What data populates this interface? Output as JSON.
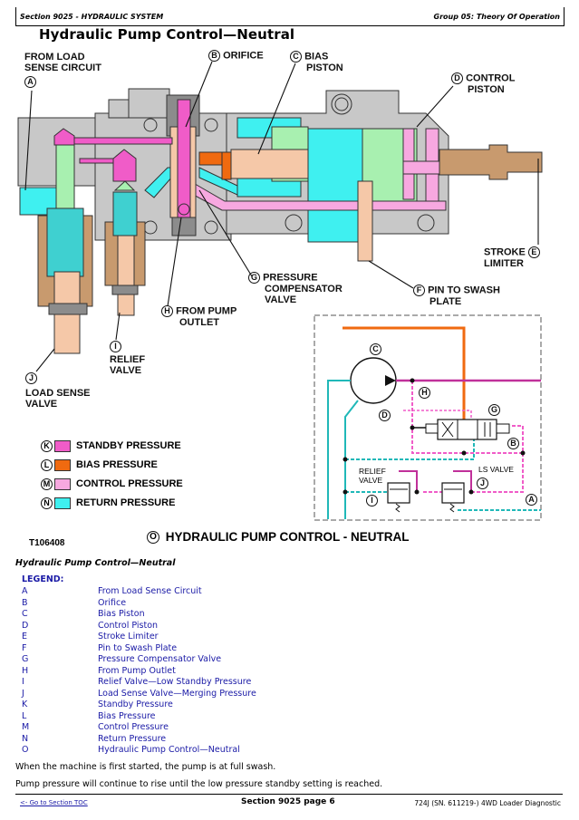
{
  "header": {
    "section": "Section 9025 - HYDRAULIC SYSTEM",
    "group": "Group 05: Theory Of Operation"
  },
  "figure": {
    "title": "Hydraulic Pump Control—Neutral",
    "callouts": {
      "A": {
        "letter": "A",
        "line1": "FROM LOAD",
        "line2": "SENSE CIRCUIT"
      },
      "B": {
        "letter": "B",
        "line1": "ORIFICE"
      },
      "C": {
        "letter": "C",
        "line1": "BIAS",
        "line2": "PISTON"
      },
      "D": {
        "letter": "D",
        "line1": "CONTROL",
        "line2": "PISTON"
      },
      "E": {
        "letter": "E",
        "line1": "STROKE",
        "line2": "LIMITER"
      },
      "F": {
        "letter": "F",
        "line1": "PIN TO SWASH",
        "line2": "PLATE"
      },
      "G": {
        "letter": "G",
        "line1": "PRESSURE",
        "line2": "COMPENSATOR",
        "line3": "VALVE"
      },
      "H": {
        "letter": "H",
        "line1": "FROM PUMP",
        "line2": "OUTLET"
      },
      "I": {
        "letter": "I",
        "line1": "RELIEF",
        "line2": "VALVE"
      },
      "J": {
        "letter": "J",
        "line1": "LOAD SENSE",
        "line2": "VALVE"
      }
    },
    "color_key": [
      {
        "letter": "K",
        "label": "STANDBY PRESSURE",
        "color": "#f05cc8"
      },
      {
        "letter": "L",
        "label": "BIAS PRESSURE",
        "color": "#f06a10"
      },
      {
        "letter": "M",
        "label": "CONTROL PRESSURE",
        "color": "#f7a8e0"
      },
      {
        "letter": "N",
        "label": "RETURN PRESSURE",
        "color": "#3ff0f0"
      }
    ],
    "schematic": {
      "relief_label_1": "RELIEF",
      "relief_label_2": "VALVE",
      "ls_label": "LS VALVE",
      "letters": {
        "C": "C",
        "D": "D",
        "H": "H",
        "G": "G",
        "B": "B",
        "I": "I",
        "J": "J",
        "A": "A"
      }
    },
    "figure_number": "T106408",
    "caption_letter": "O",
    "caption": "HYDRAULIC PUMP CONTROL - NEUTRAL"
  },
  "doc": {
    "subtitle": "Hydraulic Pump Control—Neutral",
    "legend_title": "LEGEND:",
    "legend": [
      {
        "key": "A",
        "value": "From Load Sense Circuit"
      },
      {
        "key": "B",
        "value": "Orifice"
      },
      {
        "key": "C",
        "value": "Bias Piston"
      },
      {
        "key": "D",
        "value": "Control Piston"
      },
      {
        "key": "E",
        "value": "Stroke Limiter"
      },
      {
        "key": "F",
        "value": "Pin to Swash Plate"
      },
      {
        "key": "G",
        "value": "Pressure Compensator Valve"
      },
      {
        "key": "H",
        "value": "From Pump Outlet"
      },
      {
        "key": "I",
        "value": "Relief Valve—Low Standby Pressure"
      },
      {
        "key": "J",
        "value": "Load Sense Valve—Merging Pressure"
      },
      {
        "key": "K",
        "value": "Standby Pressure"
      },
      {
        "key": "L",
        "value": "Bias Pressure"
      },
      {
        "key": "M",
        "value": "Control Pressure"
      },
      {
        "key": "N",
        "value": "Return Pressure"
      },
      {
        "key": "O",
        "value": "Hydraulic Pump Control—Neutral"
      }
    ],
    "paragraphs": [
      "When the machine is first started, the pump is at full swash.",
      "Pump pressure will continue to rise until the low pressure standby setting is reached."
    ]
  },
  "footer": {
    "toc_link": "<- Go to Section TOC",
    "page": "Section 9025 page 6",
    "manual": "724J (SN. 611219-) 4WD Loader Diagnostic"
  }
}
